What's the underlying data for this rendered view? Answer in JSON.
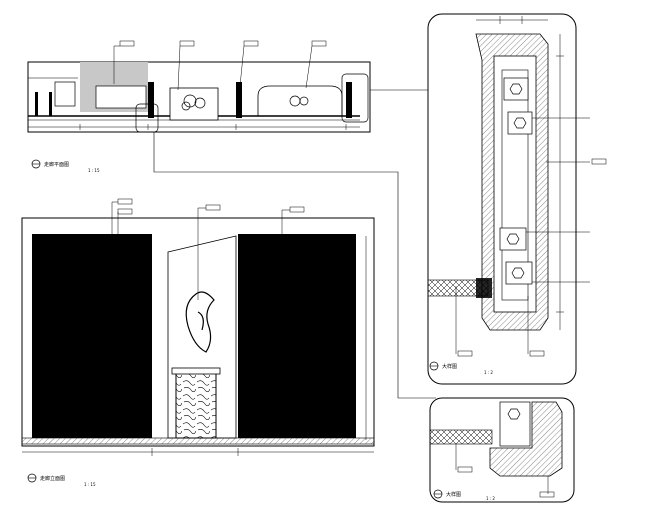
{
  "labels": {
    "plan_title": "走廊平面图",
    "plan_scale": "1 : 15",
    "elevation_title": "走廊立面图",
    "elevation_scale": "1 : 15",
    "detail_a_title": "大样图",
    "detail_a_scale": "1 : 2",
    "detail_b_title": "大样图",
    "detail_b_scale": "1 : 2"
  },
  "colors": {
    "line": "#000000",
    "paper": "#ffffff",
    "fill_grey": "#c8c8c8",
    "hatch": "#555555"
  }
}
